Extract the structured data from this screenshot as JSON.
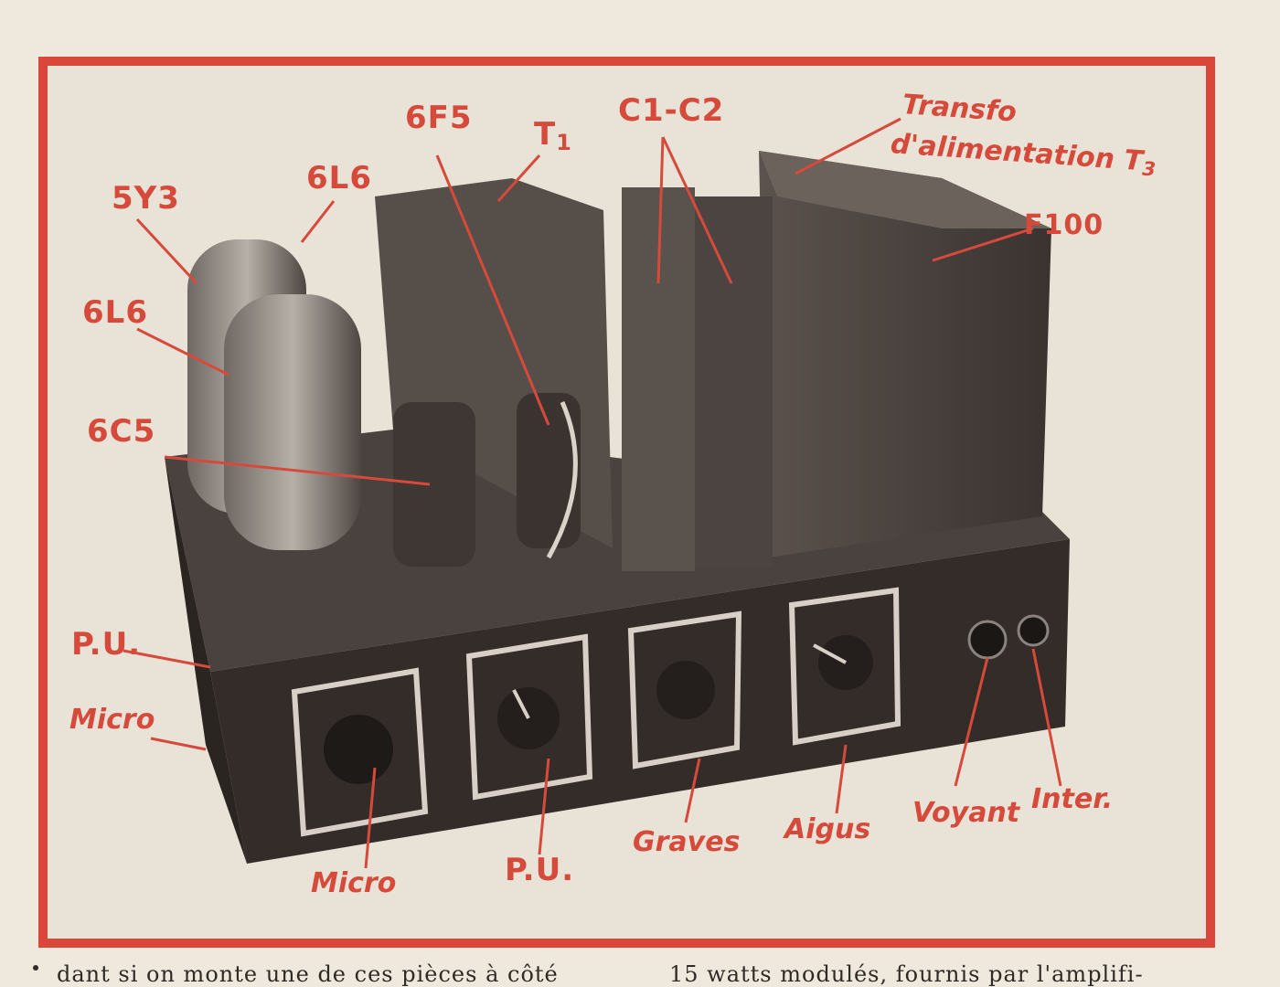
{
  "labels": {
    "tube_5y3": "5Y3",
    "tube_6l6_top": "6L6",
    "tube_6l6_left": "6L6",
    "tube_6c5": "6C5",
    "tube_6f5": "6F5",
    "t1": "T",
    "t1_sub": "1",
    "c1c2": "C1-C2",
    "transfo_line1": "Transfo",
    "transfo_line2": "d'alimentation T",
    "transfo_sub": "3",
    "f100": "F100",
    "pu_side": "P.U.",
    "micro_side": "Micro",
    "micro_knob": "Micro",
    "pu_knob": "P.U.",
    "graves": "Graves",
    "aigus": "Aigus",
    "voyant": "Voyant",
    "inter": "Inter."
  },
  "body_text": {
    "left": "dant si on monte une de ces pièces à côté",
    "right": "15 watts modulés, fournis par l'amplifi-"
  },
  "colors": {
    "accent_red": "#d9473a",
    "paper": "#efe8dc",
    "chassis_dark": "#3b3431"
  }
}
